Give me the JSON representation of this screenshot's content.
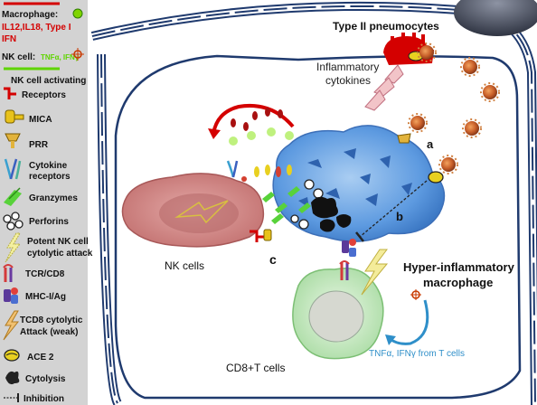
{
  "legend": {
    "macrophage_line1": "Macrophage:",
    "macrophage_line2": "IL12,IL18, Type I",
    "macrophage_line3": "IFN",
    "nk_cell_label": "NK cell:",
    "nk_cell_cytokines": "TNFα, IFNγ",
    "nk_activating_line1": "NK cell activating",
    "nk_activating_line2": "Receptors",
    "mica": "MICA",
    "prr": "PRR",
    "cytokine_line1": "Cytokine",
    "cytokine_line2": "receptors",
    "granzymes": "Granzymes",
    "perforins": "Perforins",
    "potent_line1": "Potent NK cell",
    "potent_line2": "cytolytic attack",
    "tcr": "TCR/CD8",
    "mhc": "MHC-I/Ag",
    "tcd8_line1": "TCD8 cytolytic",
    "tcd8_line2": "Attack (weak)",
    "ace2": "ACE 2",
    "cytolysis": "Cytolysis",
    "inhibition": "Inhibition"
  },
  "diagram": {
    "type2": "Type II pneumocytes",
    "inflam_line1": "Inflammatory",
    "inflam_line2": "cytokines",
    "label_a": "a",
    "label_b": "b",
    "label_c": "c",
    "nk_cells": "NK cells",
    "hyper_line1": "Hyper-inflammatory",
    "hyper_line2": "macrophage",
    "tnf_text": "TNFα, IFNγ from T cells",
    "cd8_cells": "CD8+T cells"
  },
  "colors": {
    "legend_bg": "#d3d3d3",
    "red_text": "#d40000",
    "green_text": "#5fd400",
    "membrane": "#1f3a6e",
    "macrophage": "#4f8fd6",
    "nk_cell": "#c9787c",
    "cd8_cell": "#b7e4b2",
    "tnf_text": "#2f8fc9"
  }
}
